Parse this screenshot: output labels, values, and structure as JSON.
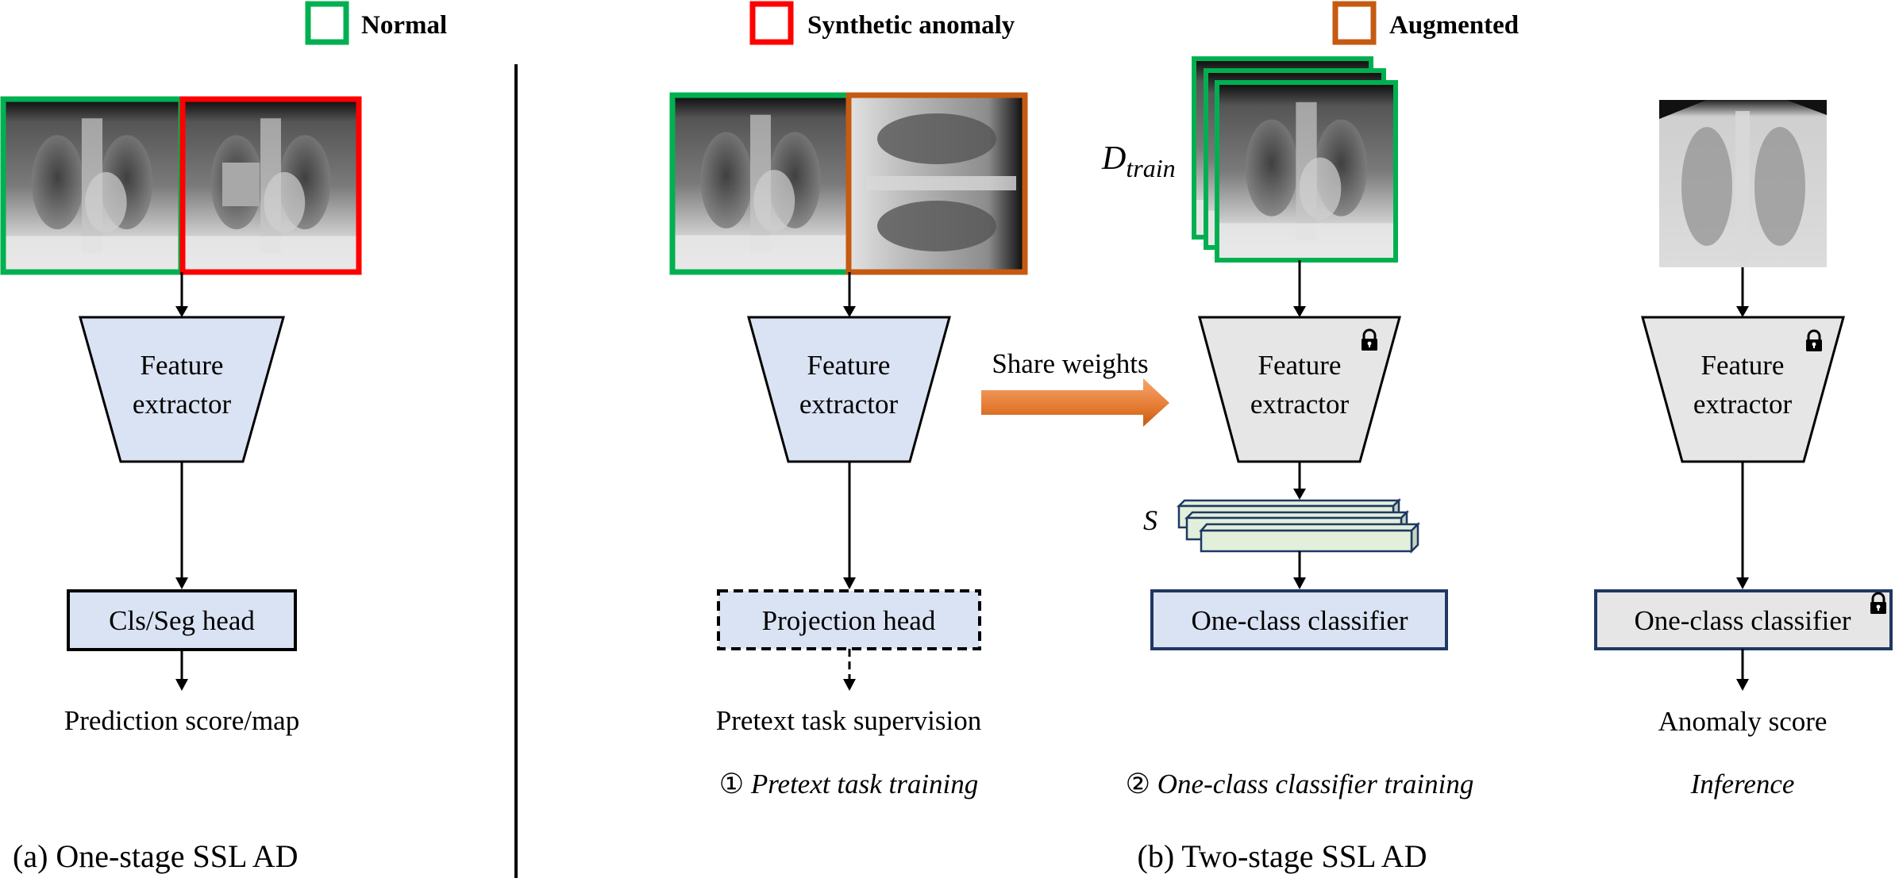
{
  "legend": {
    "items": [
      {
        "label": "Normal",
        "color": "#00b050"
      },
      {
        "label": "Synthetic anomaly",
        "color": "#ff0000"
      },
      {
        "label": "Augmented",
        "color": "#c55a11"
      }
    ]
  },
  "colors": {
    "normal": "#00b050",
    "anomaly": "#ff0000",
    "augmented": "#c55a11",
    "trainable_fill": "#dae3f3",
    "frozen_fill": "#e7e6e6",
    "feature_fill": "#e2efda",
    "navy_border": "#1f3864",
    "share_arrow": "#ed7d31"
  },
  "panel_a": {
    "caption": "(a) One-stage SSL AD",
    "images": [
      {
        "kind": "normal",
        "description": "Normal chest X-ray"
      },
      {
        "kind": "synthetic_anomaly",
        "description": "Chest X-ray with pasted patch"
      }
    ],
    "feature_extractor": {
      "line1": "Feature",
      "line2": "extractor",
      "frozen": false
    },
    "head": {
      "label": "Cls/Seg head"
    },
    "output": "Prediction score/map"
  },
  "panel_b": {
    "caption": "(b) Two-stage SSL AD",
    "stage1": {
      "title_num": "①",
      "title": "Pretext task training",
      "images": [
        {
          "kind": "normal",
          "description": "Normal chest X-ray"
        },
        {
          "kind": "augmented",
          "description": "Rotated chest X-ray"
        }
      ],
      "feature_extractor": {
        "line1": "Feature",
        "line2": "extractor",
        "frozen": false
      },
      "head": {
        "label": "Projection head",
        "dashed": true
      },
      "output": "Pretext task supervision"
    },
    "share": {
      "label": "Share weights"
    },
    "stage2": {
      "title_num": "②",
      "title": "One-class classifier training",
      "dataset_label_main": "D",
      "dataset_label_sub": "train",
      "features_label": "S",
      "feature_extractor": {
        "line1": "Feature",
        "line2": "extractor",
        "frozen": true
      },
      "classifier": {
        "label": "One-class classifier",
        "frozen": false
      }
    },
    "inference": {
      "title": "Inference",
      "feature_extractor": {
        "line1": "Feature",
        "line2": "extractor",
        "frozen": true
      },
      "classifier": {
        "label": "One-class classifier",
        "frozen": true
      },
      "output": "Anomaly score"
    }
  }
}
